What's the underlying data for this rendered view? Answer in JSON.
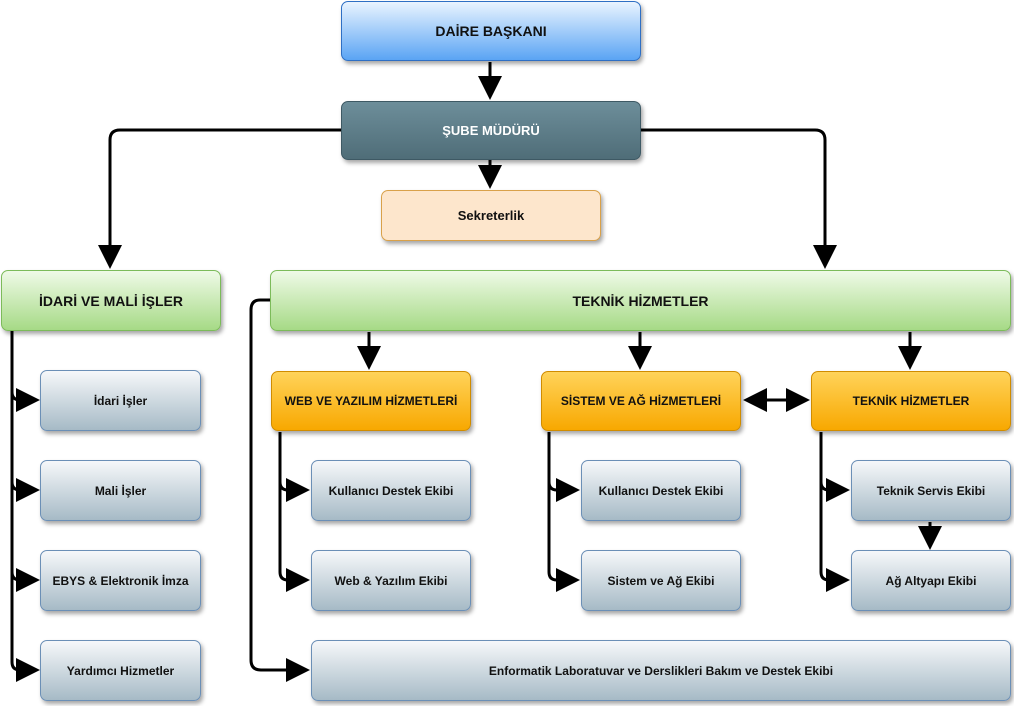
{
  "nodes": {
    "daire_baskani": "DAİRE BAŞKANI",
    "sube_muduru": "ŞUBE MÜDÜRÜ",
    "sekreterlik": "Sekreterlik",
    "idari_mali": "İDARİ VE MALİ İŞLER",
    "teknik_hizmetler": "TEKNİK HİZMETLER",
    "idari_isler": "İdari İşler",
    "mali_isler": "Mali İşler",
    "ebys": "EBYS & Elektronik İmza",
    "yardimci": "Yardımcı Hizmetler",
    "web_yazilim": "WEB VE YAZILIM HİZMETLERİ",
    "sistem_ag": "SİSTEM VE AĞ HİZMETLERİ",
    "teknik_hizmetler_sub": "TEKNİK HİZMETLER",
    "web_kullanici": "Kullanıcı Destek Ekibi",
    "web_yazilim_ekibi": "Web & Yazılım Ekibi",
    "sistem_kullanici": "Kullanıcı Destek Ekibi",
    "sistem_ag_ekibi": "Sistem ve Ağ Ekibi",
    "teknik_servis": "Teknik Servis Ekibi",
    "ag_altyapi": "Ağ Altyapı Ekibi",
    "enformatik": "Enformatik Laboratuvar ve Derslikleri Bakım ve Destek Ekibi"
  }
}
